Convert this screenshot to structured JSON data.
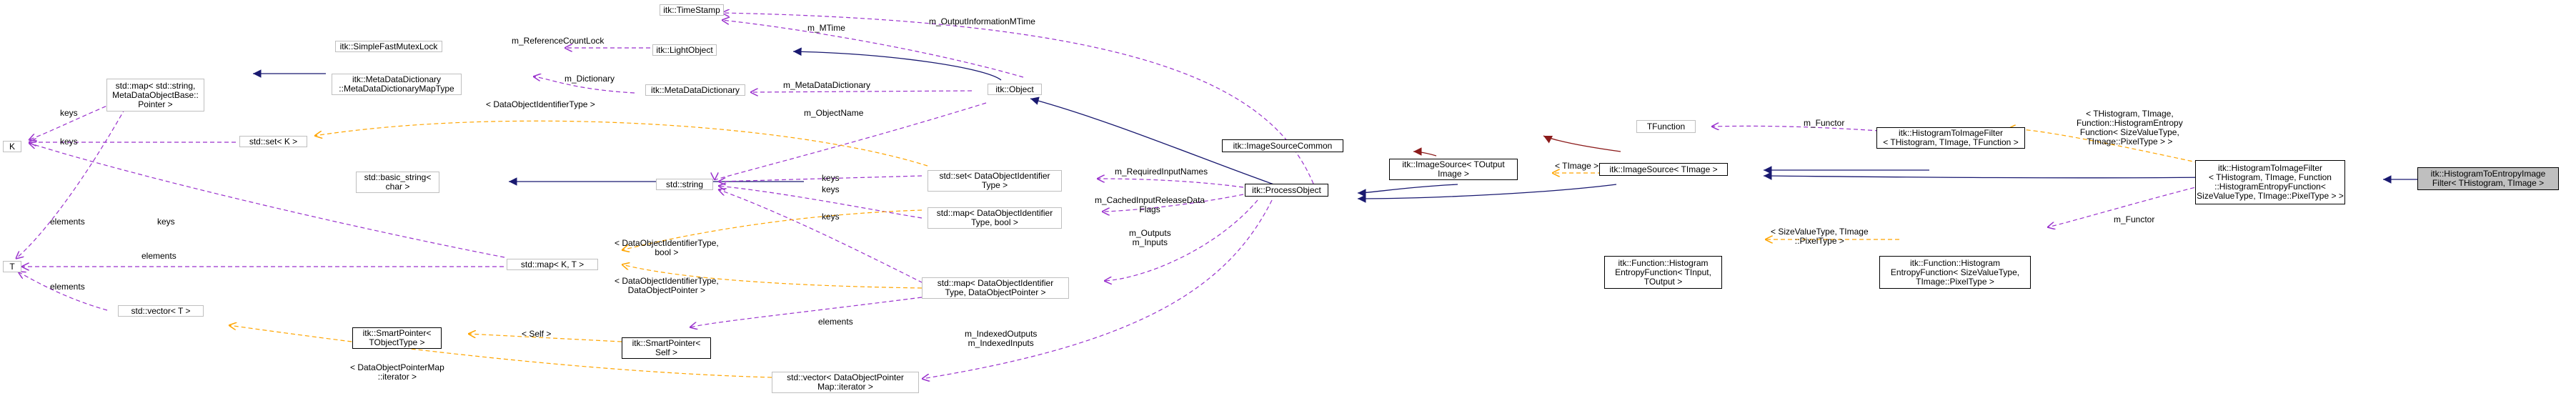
{
  "colors": {
    "inheritance": "#191970",
    "usage": "#9a32cd",
    "template": "#ffa500",
    "private": "#8b1a1a"
  },
  "nodes": {
    "timestamp": "itk::TimeStamp",
    "simplefastmutexlock": "itk::SimpleFastMutexLock",
    "lightobject": "itk::LightObject",
    "stdmap_string_meta": "std::map< std::string,\nMetaDataObjectBase::\nPointer >",
    "metadatadictionary_maptype": "itk::MetaDataDictionary\n::MetaDataDictionaryMapType",
    "metadatadictionary": "itk::MetaDataDictionary",
    "object": "itk::Object",
    "k": "K",
    "stdset_k": "std::set< K >",
    "basic_string": "std::basic_string<\nchar >",
    "stdstring": "std::string",
    "stdset_dataobjectidentifier": "std::set< DataObjectIdentifier\nType >",
    "stdmap_dataobjectid_bool": "std::map< DataObjectIdentifier\nType, bool >",
    "stdmap_k_t": "std::map< K, T >",
    "t": "T",
    "stdmap_dataobjectid_pointer": "std::map< DataObjectIdentifier\nType, DataObjectPointer >",
    "smartpointer_tobjecttype": "itk::SmartPointer<\nTObjectType >",
    "smartpointer_self": "itk::SmartPointer<\nSelf >",
    "stdvector_t": "std::vector< T >",
    "stdvector_dataobjectpointermap": "std::vector< DataObjectPointer\nMap::iterator >",
    "processobject": "itk::ProcessObject",
    "imagesourcecommon": "itk::ImageSourceCommon",
    "imagesource_toutputimage": "itk::ImageSource< TOutput\nImage >",
    "imagesource_timage": "itk::ImageSource< TImage >",
    "tfunction": "TFunction",
    "histogramtoimagefilter_tfunction": "itk::HistogramToImageFilter\n< THistogram, TImage, TFunction >",
    "histogram_entropyfunction_timage": "itk::Function::Histogram\nEntropyFunction< TInput,\nTOutput >",
    "histogram_entropyfunction_sizevalue": "itk::Function::Histogram\nEntropyFunction< SizeValueType,\nTImage::PixelType >",
    "histogramtoimagefilter_entropy": "itk::HistogramToImageFilter\n< THistogram, TImage, Function\n::HistogramEntropyFunction<\nSizeValueType, TImage::PixelType > >",
    "histogramtoentropyimagefilter": "itk::HistogramToEntropyImage\nFilter< THistogram, TImage >"
  },
  "edge_labels": {
    "m_outputinformationmtime": "m_OutputInformationMTime",
    "m_mtime": "m_MTime",
    "m_referencecountlock": "m_ReferenceCountLock",
    "m_dictionary": "m_Dictionary",
    "m_metadatadictionary": "m_MetaDataDictionary",
    "keys_map_k": "keys",
    "keys_set_k": "keys",
    "dataobjectidentifiertype": "< DataObjectIdentifierType >",
    "m_objectname": "m_ObjectName",
    "elements_map_t": "elements",
    "keys_set_string": "keys",
    "keys_mapbool_string": "keys",
    "keys_mappointer_string": "keys",
    "m_requiredinputnames": "m_RequiredInputNames",
    "m_cachedinputreleasedataflags": "m_CachedInputReleaseData\nFlags",
    "m_outputs_inputs": "m_Outputs\nm_Inputs",
    "keys_mapkt_k": "keys",
    "elements_mapkt_t": "elements",
    "bool_tpl": "< DataObjectIdentifierType,\nbool >",
    "pointer_tpl": "< DataObjectIdentifierType,\nDataObjectPointer >",
    "elements_vector_t": "elements",
    "self_tpl": "< Self >",
    "elements_smartptr": "elements",
    "dataobjectpointermap_iterator": "< DataObjectPointerMap\n::iterator >",
    "m_indexedoutputs_inputs": "m_IndexedOutputs\nm_IndexedInputs",
    "timage_tpl": "< TImage >",
    "m_functor_top": "m_Functor",
    "sizevaluetype_tpl": "< SizeValueType, TImage\n::PixelType >",
    "thistogram_tpl": "< THistogram, TImage,\nFunction::HistogramEntropy\nFunction< SizeValueType,\nTImage::PixelType > >",
    "m_functor_bottom": "m_Functor"
  }
}
